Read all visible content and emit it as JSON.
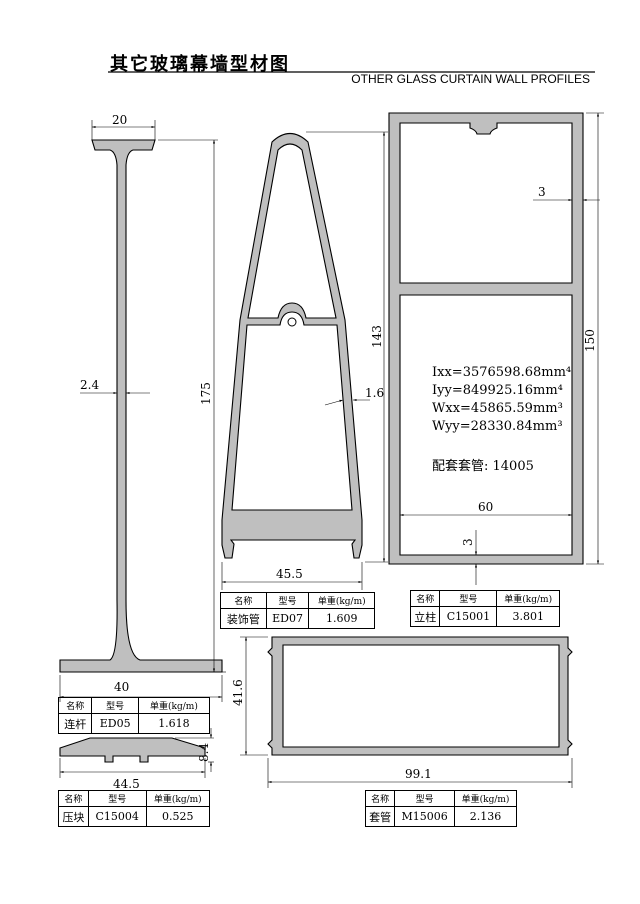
{
  "header": {
    "title": "其它玻璃幕墙型材图",
    "subtitle": "OTHER GLASS CURTAIN WALL PROFILES"
  },
  "table_headers": {
    "name": "名称",
    "model": "型号",
    "weight": "单重(kg/m)"
  },
  "profiles": [
    {
      "name": "连杆",
      "model": "ED05",
      "weight": "1.618"
    },
    {
      "name": "压块",
      "model": "C15004",
      "weight": "0.525"
    },
    {
      "name": "装饰管",
      "model": "ED07",
      "weight": "1.609"
    },
    {
      "name": "立柱",
      "model": "C15001",
      "weight": "3.801"
    },
    {
      "name": "套管",
      "model": "M15006",
      "weight": "2.136"
    }
  ],
  "dimensions": {
    "connector_top_width": "20",
    "connector_web": "2.4",
    "connector_height": "175",
    "connector_base": "40",
    "pad_width": "44.5",
    "pad_height": "8.4",
    "deco_wall": "1.6",
    "deco_height": "143",
    "deco_width": "45.5",
    "mullion_wall_side": "3",
    "mullion_height": "150",
    "mullion_width": "60",
    "mullion_wall_bottom": "3",
    "sleeve_height": "41.6",
    "sleeve_width": "99.1"
  },
  "section_properties": {
    "ixx": "Ixx=3576598.68mm⁴",
    "iyy": "Iyy=849925.16mm⁴",
    "wxx": "Wxx=45865.59mm³",
    "wyy": "Wyy=28330.84mm³",
    "matching_sleeve": "配套套管: 14005"
  }
}
